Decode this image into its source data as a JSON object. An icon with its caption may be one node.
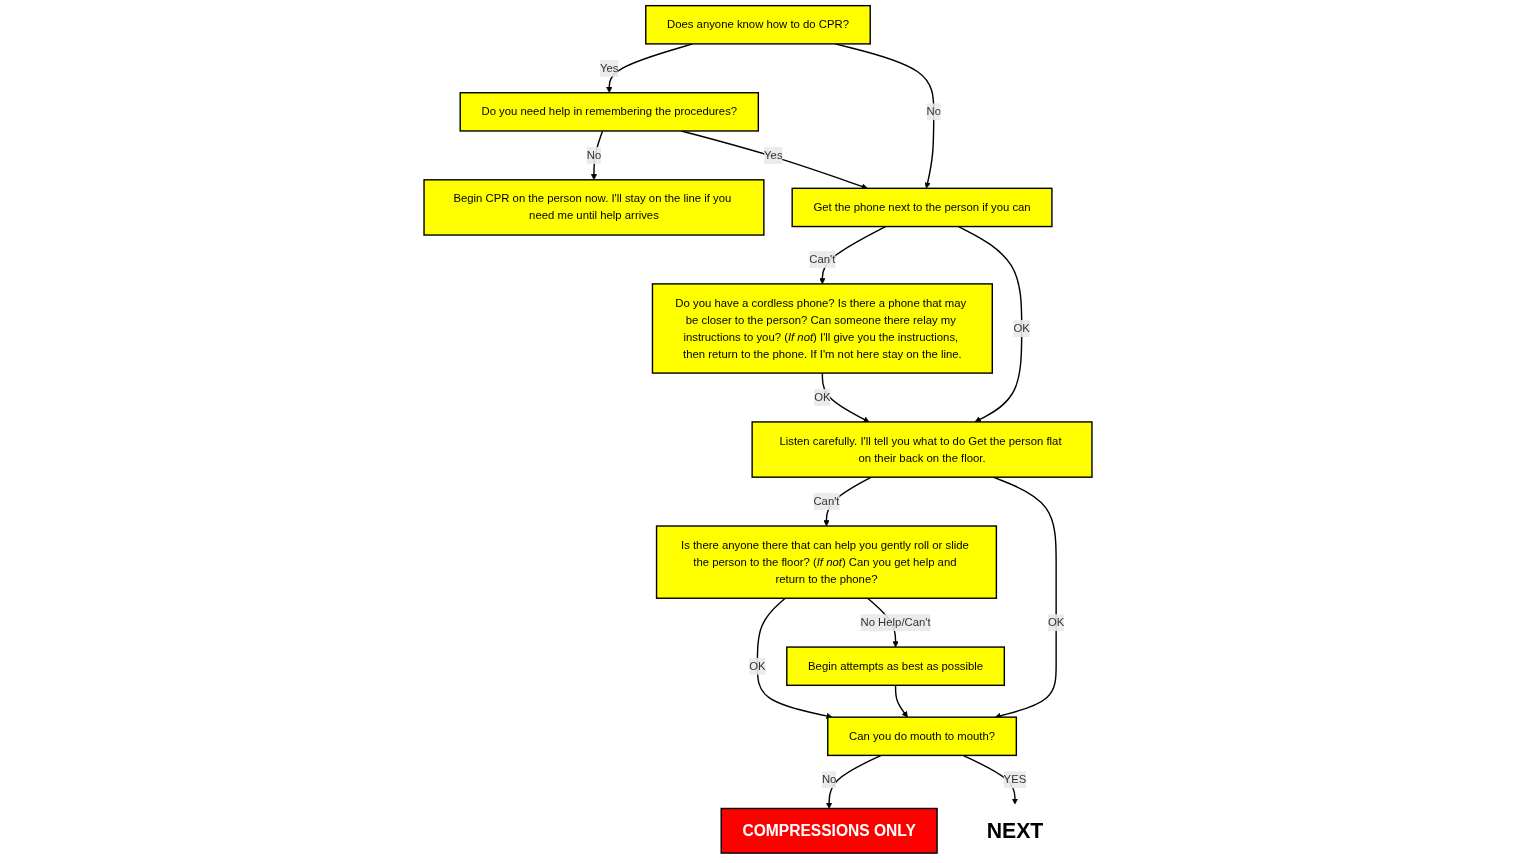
{
  "diagram": {
    "nodes": [
      {
        "text": [
          "Does anyone know how to do CPR?"
        ]
      },
      {
        "text": [
          "Do you need help in remembering the procedures?"
        ]
      },
      {
        "text": [
          "Begin CPR on the person now. I'll stay on the line if you need me until help arrives"
        ]
      },
      {
        "text": [
          "Get the phone next to the person if you can"
        ]
      },
      {
        "text": [
          "Do you have a cordless phone? Is there a phone that may be closer to the person? Can someone there relay my instructions to you? (*If not*) I'll give you the instructions, then return to the phone. If I'm not here stay on the line."
        ]
      },
      {
        "text": [
          "Listen carefully. I'll tell you what to do Get the person flat on their back on the floor."
        ]
      },
      {
        "text": [
          "Is there anyone there that can help you gently roll or slide the person to the floor? (*If not*) Can you get help and return to the phone?"
        ]
      },
      {
        "text": [
          "Can you do mouth to mouth?"
        ]
      },
      {
        "text": [
          "Begin attempts as best as possible"
        ]
      },
      {
        "text": [
          "COMPRESSIONS ONLY"
        ]
      },
      {
        "text": [
          "NEXT"
        ]
      }
    ],
    "edges": [
      {
        "from": 0,
        "to": 1,
        "arrow": "to",
        "label": "Yes"
      },
      {
        "from": 1,
        "to": 2,
        "arrow": "to",
        "label": "No"
      },
      {
        "from": 0,
        "to": 3,
        "arrow": "to",
        "label": "No"
      },
      {
        "from": 1,
        "to": 3,
        "arrow": "to",
        "label": "Yes"
      },
      {
        "from": 3,
        "to": 4,
        "arrow": "to",
        "label": "Can't"
      },
      {
        "from": 3,
        "to": 5,
        "arrow": "to",
        "label": "OK"
      },
      {
        "from": 4,
        "to": 5,
        "arrow": "to",
        "label": "OK"
      },
      {
        "from": 5,
        "to": 6,
        "arrow": "to",
        "label": "Can't"
      },
      {
        "from": 5,
        "to": 7,
        "arrow": "to",
        "label": "OK"
      },
      {
        "from": 6,
        "to": 7,
        "arrow": "to",
        "label": "OK"
      },
      {
        "from": 6,
        "to": 8,
        "arrow": "to",
        "label": "No Help/Can't"
      },
      {
        "from": 8,
        "to": 7,
        "arrow": "to"
      },
      {
        "from": 7,
        "to": 9,
        "arrow": "to",
        "label": "No"
      },
      {
        "from": 7,
        "to": 10,
        "arrow": "to",
        "label": "YES"
      }
    ]
  }
}
